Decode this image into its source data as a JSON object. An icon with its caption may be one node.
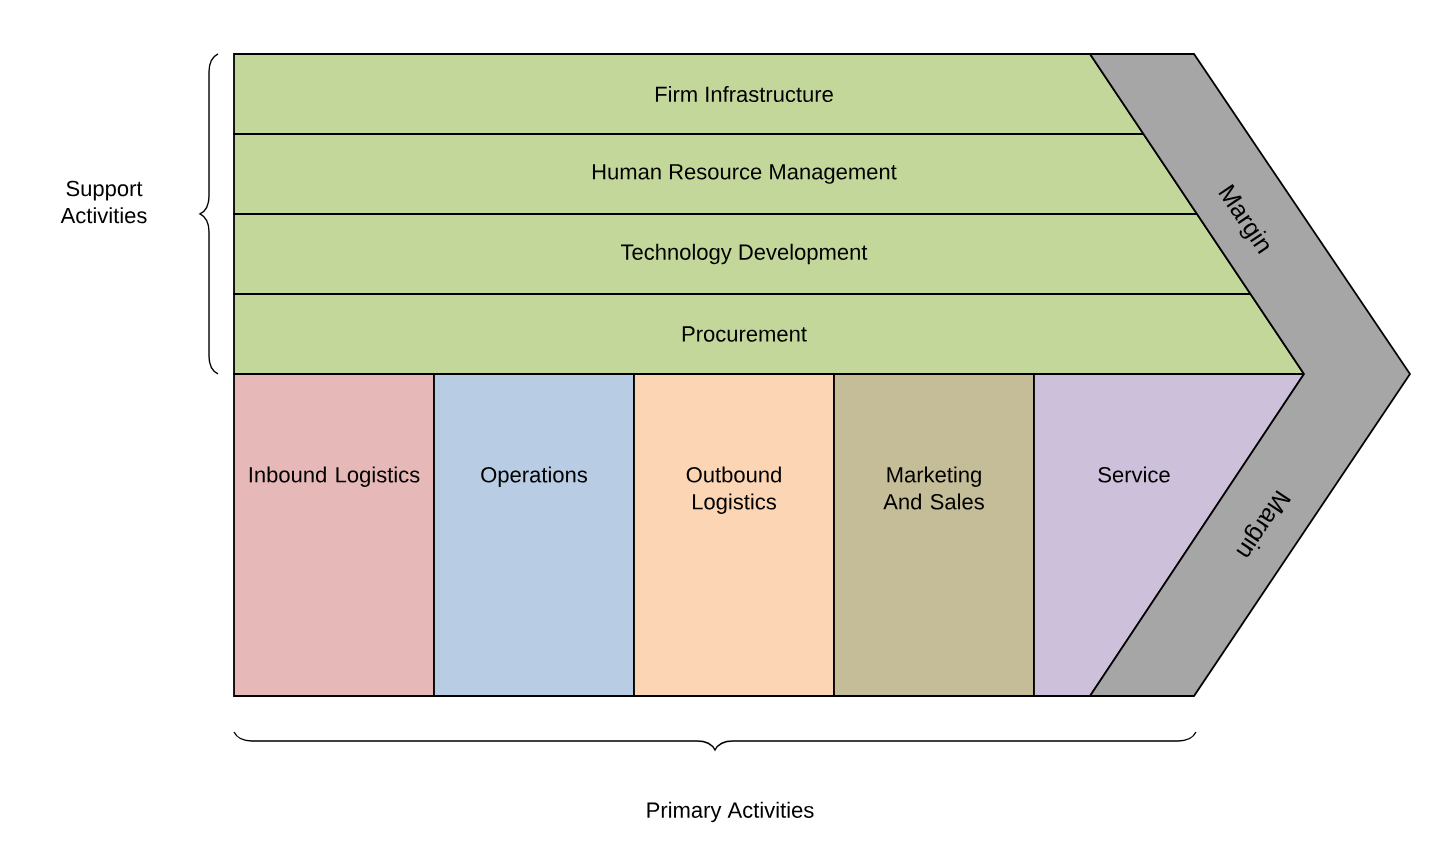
{
  "diagram": {
    "nodes": [
      {
        "text": [
          "Firm Infrastructure"
        ]
      },
      {
        "text": [
          "Human Resource Management"
        ]
      },
      {
        "text": [
          "Technology Development"
        ]
      },
      {
        "text": [
          "Procurement"
        ]
      },
      {
        "text": [
          "Inbound Logistics"
        ]
      },
      {
        "text": [
          "Operations"
        ]
      },
      {
        "text": [
          "Outbound Logistics"
        ]
      },
      {
        "text": [
          "Marketing And Sales"
        ]
      },
      {
        "text": [
          "Service"
        ]
      },
      {
        "text": [
          "Margin",
          "Margin"
        ]
      }
    ],
    "labels": [
      "Support Activities",
      "Primary Activities"
    ]
  }
}
